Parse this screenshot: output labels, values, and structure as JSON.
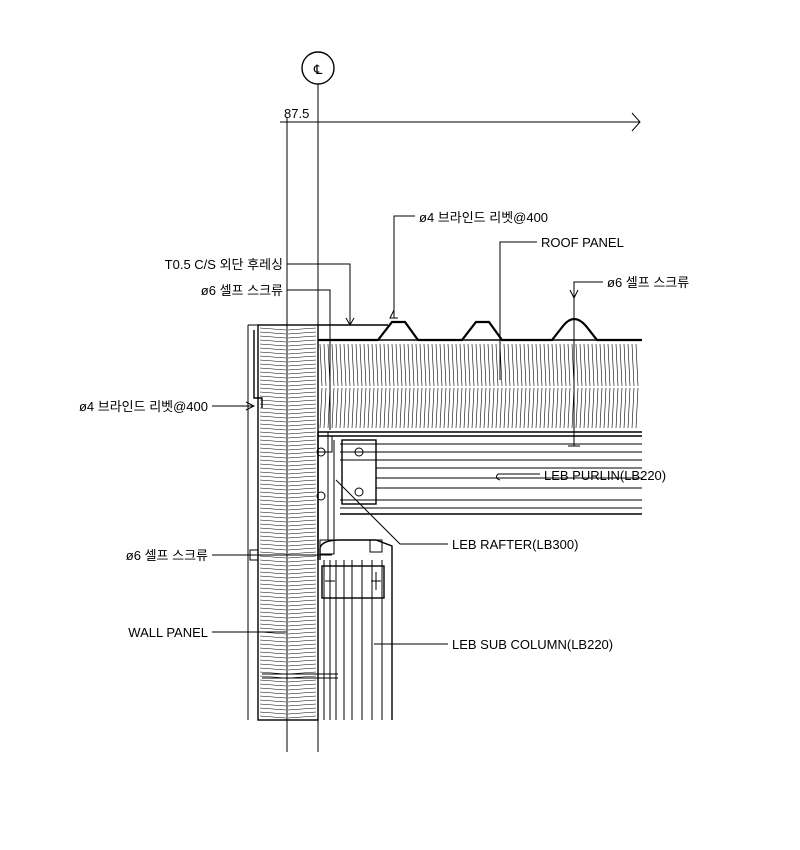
{
  "centerline_symbol": "℄",
  "dimension": "87.5",
  "labels": {
    "rivet_top": "ø4 브라인드 리벳@400",
    "roof_panel": "ROOF PANEL",
    "flashing": "T0.5 C/S 외단 후레싱",
    "screw_left": "ø6 셀프 스크류",
    "screw_right": "ø6 셀프 스크류",
    "rivet_left": "ø4 브라인드 리벳@400",
    "purlin": "LEB PURLIN(LB220)",
    "rafter": "LEB RAFTER(LB300)",
    "screw_lower": "ø6 셀프 스크류",
    "wall_panel": "WALL PANEL",
    "sub_column": "LEB SUB COLUMN(LB220)"
  }
}
